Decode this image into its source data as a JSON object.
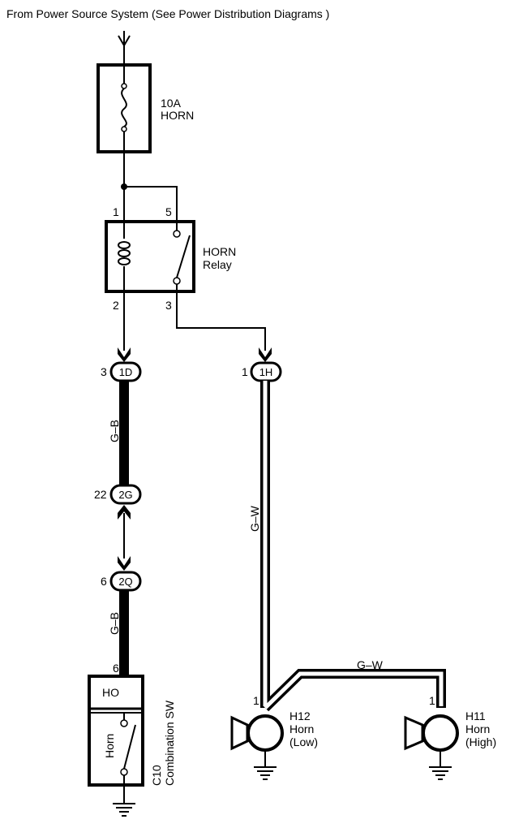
{
  "header": {
    "source_note": "From Power Source System (See Power Distribution Diagrams )"
  },
  "fuse": {
    "rating": "10A",
    "name": "HORN"
  },
  "relay": {
    "name_line1": "HORN",
    "name_line2": "Relay",
    "pin_1": "1",
    "pin_2": "2",
    "pin_3": "3",
    "pin_5": "5"
  },
  "connectors": {
    "c1D": {
      "label": "1D",
      "pin": "3"
    },
    "c1H": {
      "label": "1H",
      "pin": "1"
    },
    "c2G": {
      "label": "2G",
      "pin": "22"
    },
    "c2Q": {
      "label": "2Q",
      "pin": "6"
    }
  },
  "wires": {
    "upper_left_color": "G–B",
    "lower_left_color": "G–B",
    "right_color": "G–W",
    "bridge_color": "G–W"
  },
  "switch": {
    "pin": "6",
    "section_ho": "HO",
    "section_horn": "Horn",
    "code": "C10",
    "name": "Combination SW"
  },
  "horn_low": {
    "pin": "1",
    "code": "H12",
    "name": "Horn",
    "type": "(Low)"
  },
  "horn_high": {
    "pin": "1",
    "code": "H11",
    "name": "Horn",
    "type": "(High)"
  },
  "colors": {
    "line": "#000000",
    "background": "#ffffff"
  }
}
